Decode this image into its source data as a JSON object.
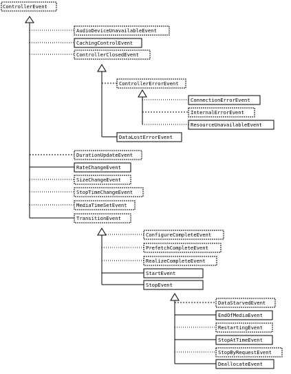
{
  "colors": {
    "ink": "#000000",
    "paper": "#ffffff"
  },
  "classes": {
    "root": "ControllerEvent",
    "audio_device": "AudioDeviceUnavailableEvent",
    "caching": "CachingControlEvent",
    "closed": "ControllerClosedEvent",
    "error": "ControllerErrorEvent",
    "connection_error": "ConnectionErrorEvent",
    "internal_error": "InternalErrorEvent",
    "resource_unavailable": "ResourceUnavailableEvent",
    "data_lost": "DataLostErrorEvent",
    "duration_update": "DurationUpdateEvent",
    "rate_change": "RateChangeEvent",
    "size_change": "SizeChangeEvent",
    "stop_time_change": "StopTimeChangeEvent",
    "media_time_set": "MediaTimeSetEvent",
    "transition": "TransitionEvent",
    "configure_complete": "ConfigureCompleteEvent",
    "prefetch_complete": "PrefetchCompleteEvent",
    "realize_complete": "RealizeCompleteEvent",
    "start": "StartEvent",
    "stop": "StopEvent",
    "data_starved": "DataStarvedEvent",
    "end_of_media": "EndOfMediaEvent",
    "restarting": "RestartingEvent",
    "stop_at_time": "StopAtTimeEvent",
    "stop_by_request": "StopByRequestEvent",
    "deallocate": "DeallocateEvent"
  }
}
